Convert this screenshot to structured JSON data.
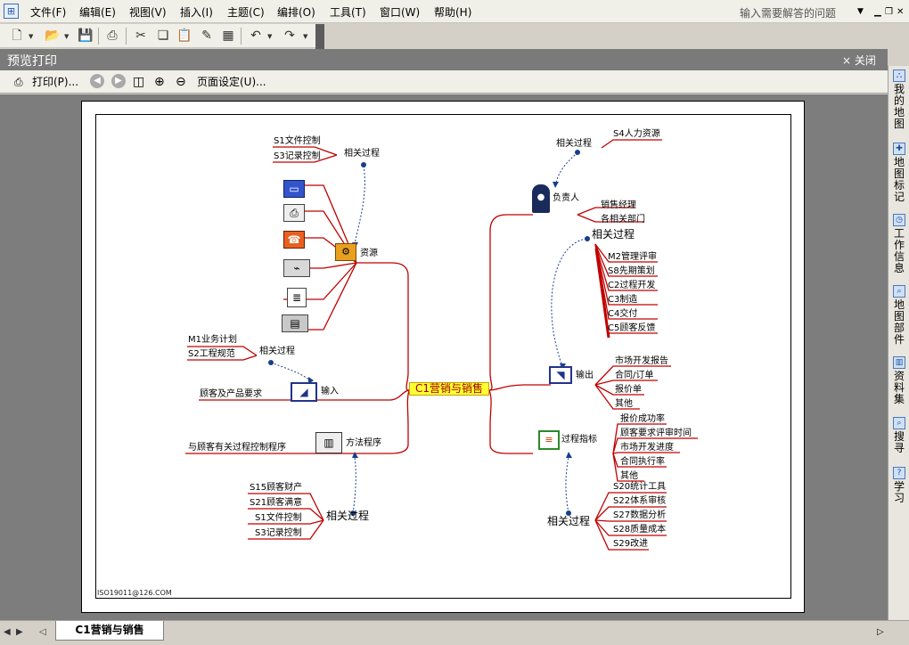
{
  "menubar": {
    "items": [
      "文件(F)",
      "编辑(E)",
      "视图(V)",
      "插入(I)",
      "主题(C)",
      "编排(O)",
      "工具(T)",
      "窗口(W)",
      "帮助(H)"
    ],
    "help_search_placeholder": "输入需要解答的问题"
  },
  "preview": {
    "title": "预览打印",
    "close_label": "× 关闭",
    "print_label": "打印(P)...",
    "page_setup_label": "页面设定(U)..."
  },
  "mindmap": {
    "central": "C1营销与销售",
    "left": {
      "resources": {
        "label": "资源",
        "related_label": "相关过程",
        "items": [
          "S1文件控制",
          "S3记录控制"
        ]
      },
      "input": {
        "label": "输入",
        "related_label": "相关过程",
        "items": [
          "M1业务计划",
          "S2工程规范"
        ],
        "leaf": "顾客及产品要求"
      },
      "method": {
        "label": "方法程序",
        "leaf": "与顾客有关过程控制程序",
        "related_label": "相关过程",
        "items": [
          "S15顾客财产",
          "S21顾客满意",
          "S1文件控制",
          "S3记录控制"
        ]
      }
    },
    "right": {
      "owner": {
        "label": "负责人",
        "related_label": "相关过程",
        "related_item": "S4人力资源",
        "items": [
          "销售经理",
          "各相关部门"
        ]
      },
      "related": {
        "label": "相关过程",
        "items": [
          "M2管理评审",
          "S8先期策划",
          "C2过程开发",
          "C3制造",
          "C4交付",
          "C5顾客反馈"
        ]
      },
      "output": {
        "label": "输出",
        "items": [
          "市场开发报告",
          "合同/订单",
          "报价单",
          "其他"
        ]
      },
      "indicators": {
        "label": "过程指标",
        "items": [
          "报价成功率",
          "顾客要求评审时间",
          "市场开发进度",
          "合同执行率",
          "其他"
        ],
        "related_label": "相关过程",
        "related_items": [
          "S20统计工具",
          "S22体系审核",
          "S27数据分析",
          "S28质量成本",
          "S29改进"
        ]
      }
    },
    "footer": "ISO19011@126.COM"
  },
  "right_panel": {
    "tabs": [
      "我的地图",
      "地图标记",
      "工作信息",
      "地图部件",
      "资料集",
      "搜寻",
      "学习"
    ]
  },
  "status": {
    "sheet_tab": "C1营销与销售"
  }
}
